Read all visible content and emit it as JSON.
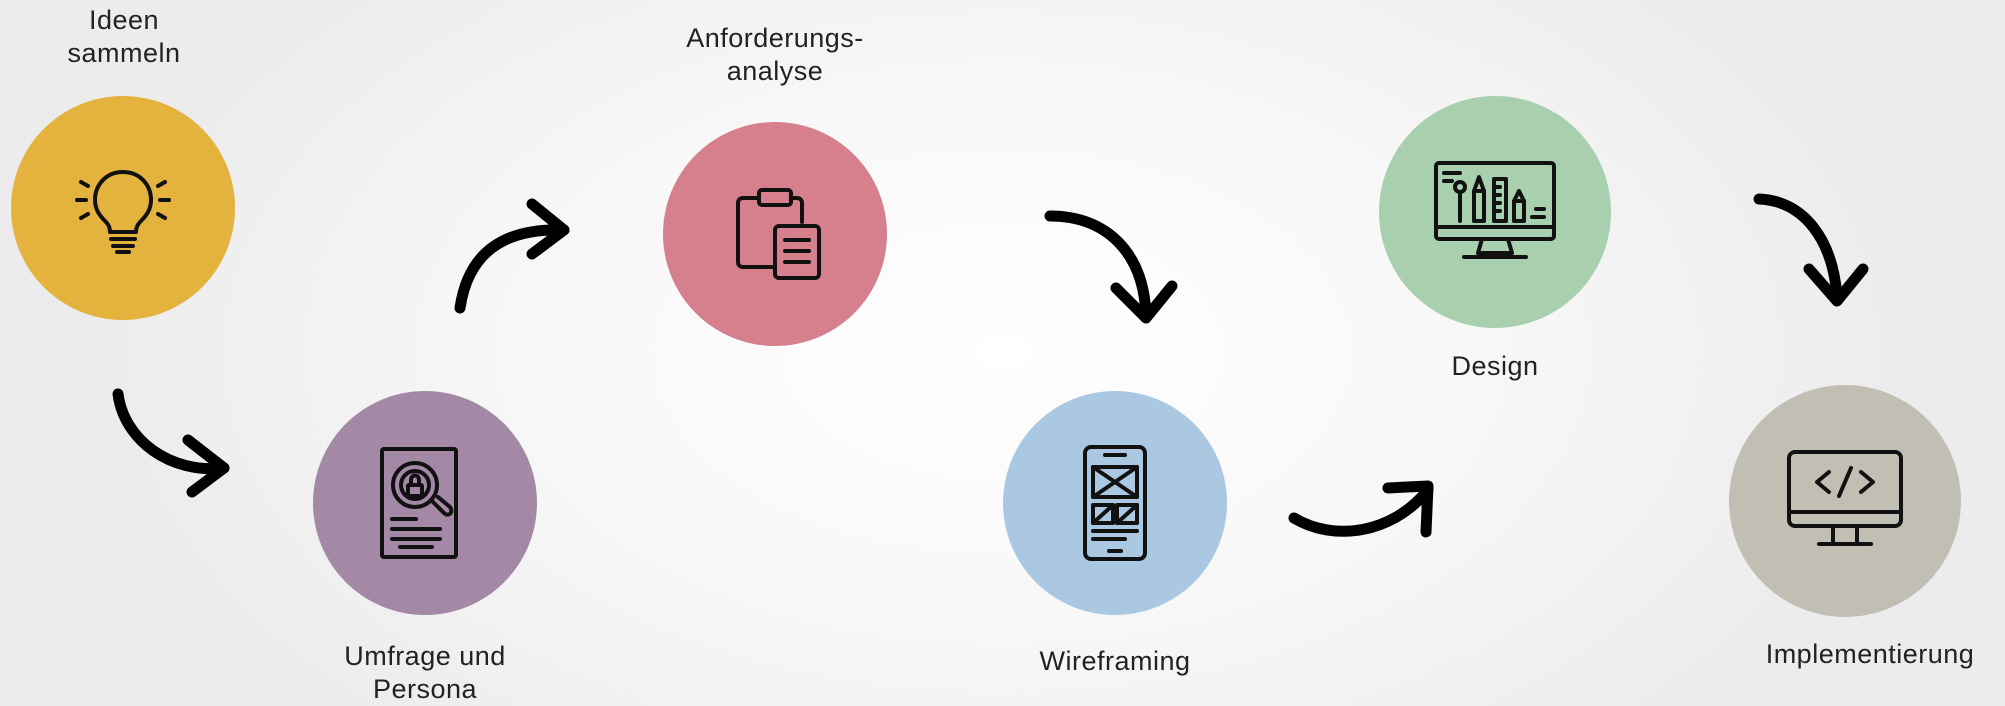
{
  "steps": [
    {
      "label_line1": "Ideen",
      "label_line2": "sammeln",
      "color": "#E3B33E",
      "icon": "lightbulb-icon"
    },
    {
      "label_line1": "Umfrage und",
      "label_line2": "Persona",
      "color": "#A389A6",
      "icon": "document-search-icon"
    },
    {
      "label_line1": "Anforderungs-",
      "label_line2": "analyse",
      "color": "#D5808C",
      "icon": "clipboard-icon"
    },
    {
      "label_line1": "Wireframing",
      "color": "#AAC8E2",
      "icon": "smartphone-wireframe-icon"
    },
    {
      "label_line1": "Design",
      "color": "#A8D0AE",
      "icon": "monitor-design-icon"
    },
    {
      "label_line1": "Implementierung",
      "color": "#C1BEB4",
      "icon": "monitor-code-icon"
    }
  ]
}
